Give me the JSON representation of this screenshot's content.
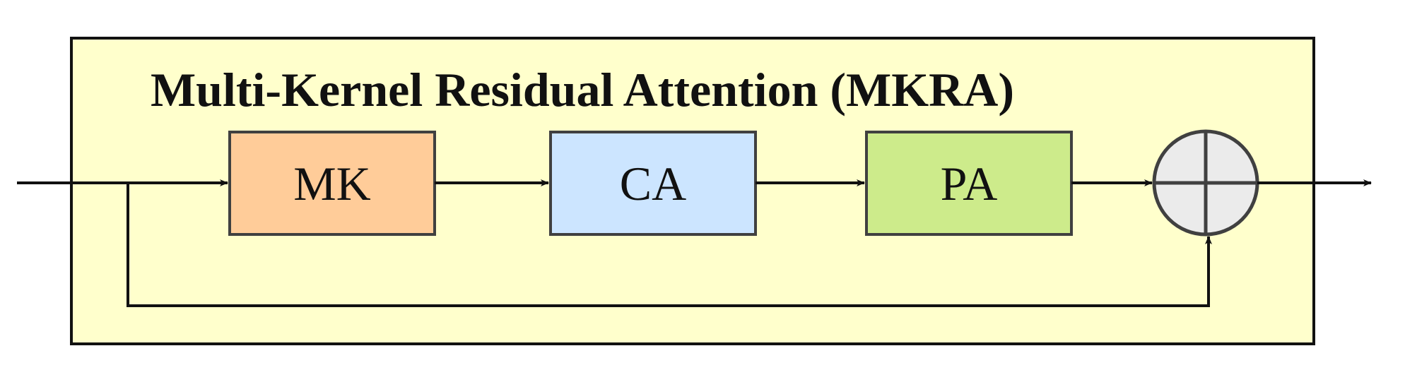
{
  "diagram": {
    "title": "Multi-Kernel Residual Attention (MKRA)",
    "blocks": [
      {
        "id": "mk",
        "label": "MK",
        "fill": "#FFCC99"
      },
      {
        "id": "ca",
        "label": "CA",
        "fill": "#CCE5FF"
      },
      {
        "id": "pa",
        "label": "PA",
        "fill": "#CDEB8B"
      }
    ],
    "adder_symbol": "circle-plus-icon",
    "colors": {
      "container_fill": "#FFFFCC",
      "container_border": "#111111",
      "block_border": "#404040",
      "adder_fill": "#EBEBEB",
      "adder_border": "#404040",
      "line": "#111111"
    }
  }
}
